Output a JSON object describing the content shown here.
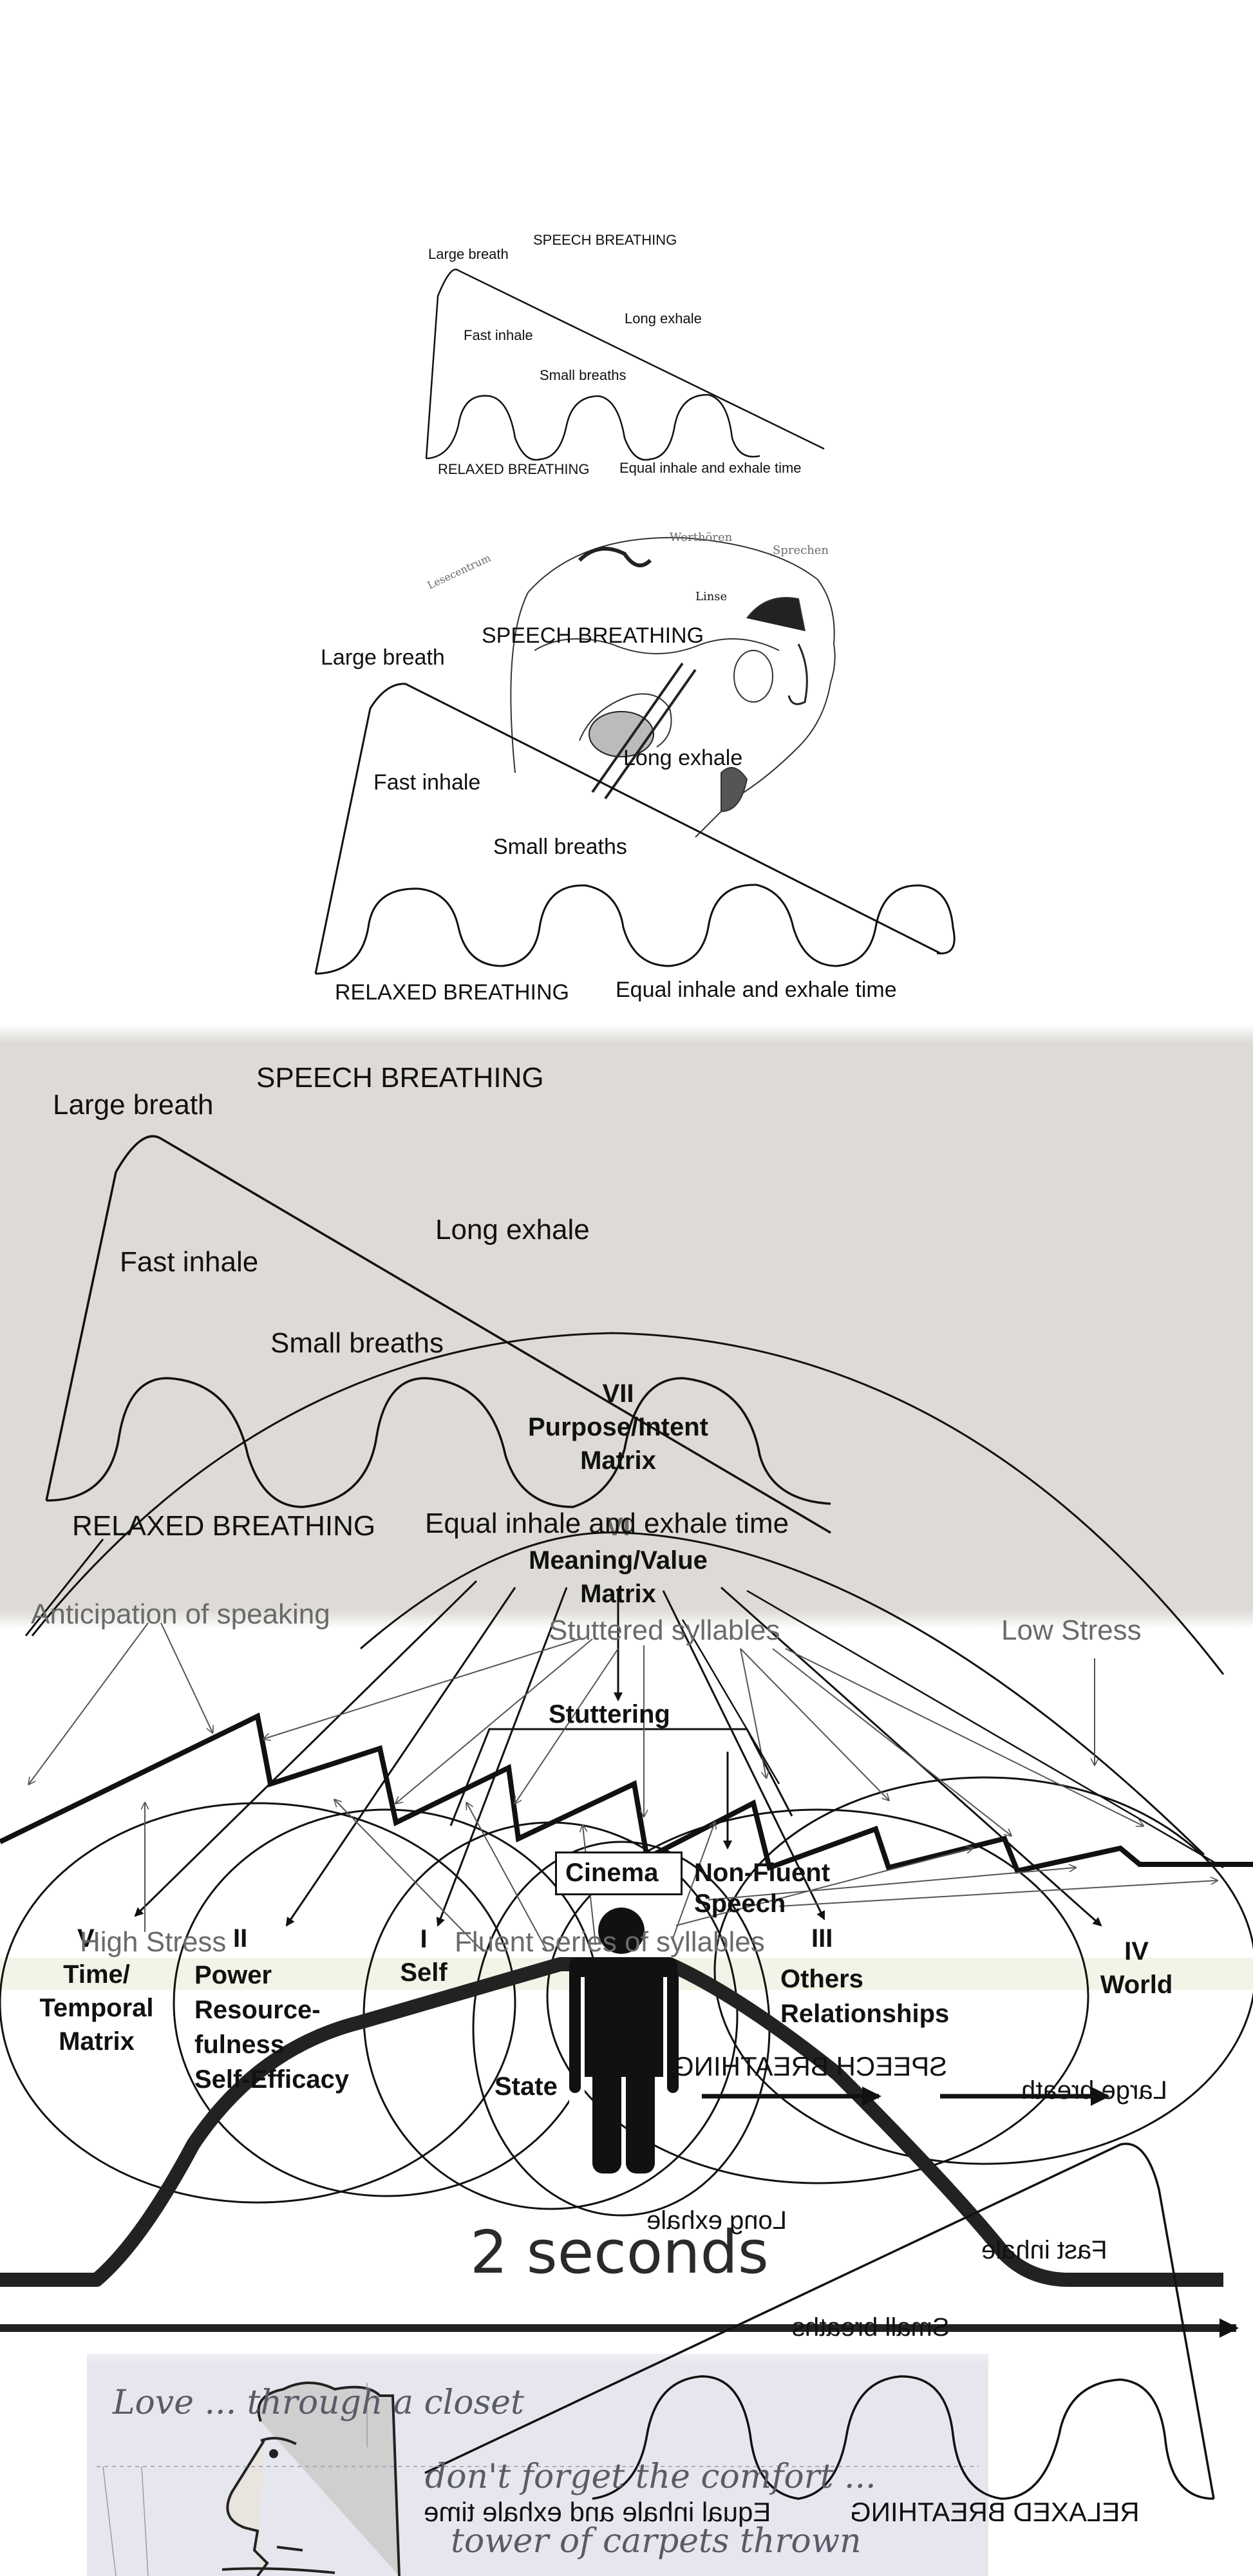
{
  "diagram_1": {
    "title": "SPEECH BREATHING",
    "large_breath": "Large breath",
    "fast_inhale": "Fast inhale",
    "long_exhale": "Long exhale",
    "small_breaths": "Small breaths",
    "relaxed": "RELAXED BREATHING",
    "equal": "Equal inhale and exhale time"
  },
  "diagram_2": {
    "title": "SPEECH BREATHING",
    "large_breath": "Large breath",
    "fast_inhale": "Fast inhale",
    "long_exhale": "Long exhale",
    "small_breaths": "Small breaths",
    "relaxed": "RELAXED BREATHING",
    "equal": "Equal inhale and exhale time",
    "brain_labels": [
      "Worthören",
      "Sprechen",
      "Lesecentrum",
      "Linse"
    ]
  },
  "diagram_3": {
    "title": "SPEECH BREATHING",
    "large_breath": "Large breath",
    "fast_inhale": "Fast inhale",
    "long_exhale": "Long exhale",
    "small_breaths": "Small breaths",
    "relaxed": "RELAXED BREATHING",
    "equal": "Equal inhale and exhale time"
  },
  "matrix_model": {
    "vii": {
      "numeral": "VII",
      "line1": "Purpose/Intent",
      "line2": "Matrix"
    },
    "vi": {
      "numeral": "VI",
      "line1": "Meaning/Value",
      "line2": "Matrix"
    },
    "v": {
      "numeral": "V",
      "line1": "Time/",
      "line2": "Temporal",
      "line3": "Matrix"
    },
    "ii": {
      "numeral": "II",
      "line1": "Power",
      "line2": "Resource-",
      "line3": "fulness",
      "line4": "Self-Efficacy"
    },
    "i": {
      "numeral": "I",
      "line1": "Self"
    },
    "iii": {
      "numeral": "III",
      "line1": "Others",
      "line2": "Relationships"
    },
    "iv": {
      "numeral": "IV",
      "line1": "World"
    },
    "state": "State"
  },
  "stuttering_model": {
    "anticipation": "Anticipation of speaking",
    "stuttered_syllables": "Stuttered syllables",
    "low_stress": "Low Stress",
    "stuttering": "Stuttering",
    "cinema": "Cinema",
    "non_fluent_1": "Non-Fluent",
    "non_fluent_2": "Speech",
    "high_stress": "High Stress",
    "fluent": "Fluent series of syllables",
    "duration": "2 seconds"
  },
  "mirrored_diagram": {
    "title": "SPEECH BREATHING",
    "large_breath": "Large breath",
    "long_exhale": "Long exhale",
    "fast_inhale": "Fast inhale",
    "small_breaths": "Small breaths",
    "relaxed": "RELAXED BREATHING",
    "equal": "Equal inhale and exhale time"
  },
  "handwriting": {
    "line1": "Love ... through a closet",
    "line2": "don't forget the comfort ...",
    "line3": "tower of carpets thrown"
  }
}
